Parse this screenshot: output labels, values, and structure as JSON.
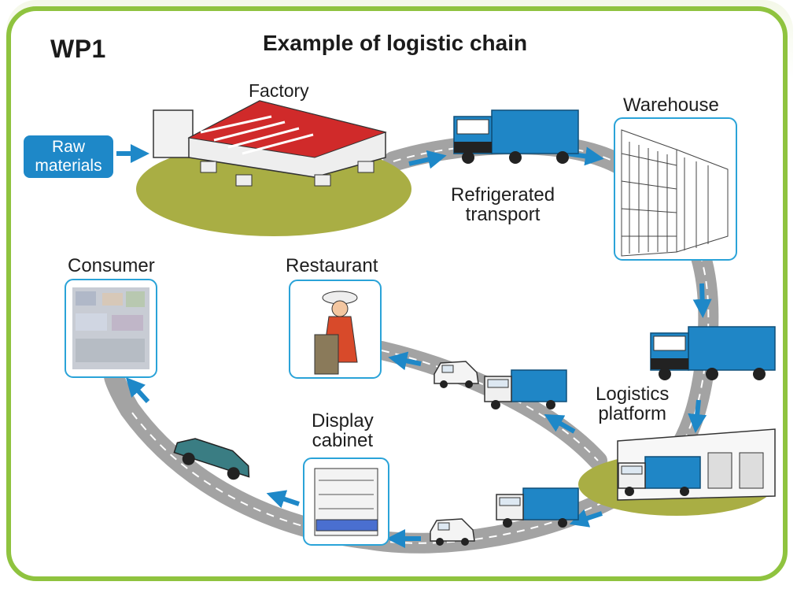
{
  "badge": "WP1",
  "title": "Example of logistic chain",
  "nodes": {
    "raw_materials": [
      "Raw",
      "materials"
    ],
    "factory": "Factory",
    "refrigerated_transport": [
      "Refrigerated",
      "transport"
    ],
    "warehouse": "Warehouse",
    "logistics_platform": [
      "Logistics",
      "platform"
    ],
    "restaurant": "Restaurant",
    "display_cabinet": [
      "Display",
      "cabinet"
    ],
    "consumer": "Consumer"
  },
  "colors": {
    "frame": "#8fc33f",
    "road": "#a3a3a3",
    "arrow": "#1e88c8",
    "truck": "#1f86c6",
    "roof": "#d02a2a",
    "ground": "#a9ae44"
  }
}
